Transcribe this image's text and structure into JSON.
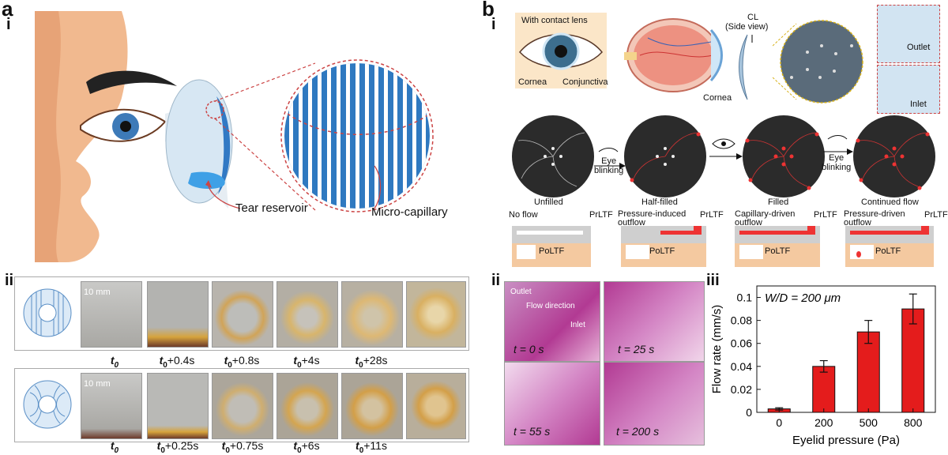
{
  "panel_a": {
    "label": "a",
    "sub_i": "i",
    "sub_ii": "ii",
    "tear_reservoir": "Tear reservoir",
    "micro_capillary": "Micro-capillary",
    "scale": "10 mm",
    "row1_times": [
      "t0",
      "t0+0.4s",
      "t0+0.8s",
      "t0+4s",
      "t0+28s"
    ],
    "row2_times": [
      "t0",
      "t0+0.25s",
      "t0+0.75s",
      "t0+6s",
      "t0+11s"
    ]
  },
  "panel_b": {
    "label": "b",
    "sub_i": "i",
    "sub_ii": "ii",
    "sub_iii": "iii",
    "with_contact_lens": "With contact lens",
    "cornea": "Cornea",
    "conjunctiva": "Conjunctiva",
    "cl_line1": "CL",
    "cl_line2": "(Side view)",
    "cornea2": "Cornea",
    "outlet": "Outlet",
    "inlet": "Inlet",
    "states": [
      "Unfilled",
      "Half-filled",
      "Filled",
      "Continued flow"
    ],
    "eye_blinking_1": "Eye\nblinking",
    "eye_blinking_2": "Eye\nblinking",
    "flow_titles": [
      "No flow",
      "Pressure-induced\noutflow",
      "Capillary-driven\noutflow",
      "Pressure-driven\noutflow"
    ],
    "prltf": "PrLTF",
    "poltf": "PoLTF",
    "photo_times": [
      "t = 0 s",
      "t = 25 s",
      "t = 55 s",
      "t = 200 s"
    ],
    "photo_annot_outlet": "Outlet",
    "photo_annot_flow": "Flow direction",
    "photo_annot_inlet": "Inlet"
  },
  "chart_data": {
    "type": "bar",
    "annotation": "W/D = 200 μm",
    "categories": [
      "0",
      "200",
      "500",
      "800"
    ],
    "values": [
      0.003,
      0.04,
      0.07,
      0.09
    ],
    "errors": [
      0.001,
      0.005,
      0.01,
      0.013
    ],
    "xlabel": "Eyelid pressure (Pa)",
    "ylabel": "Flow rate (mm/s)",
    "ylim": [
      0,
      0.11
    ],
    "yticks": [
      "0",
      "0.02",
      "0.04",
      "0.06",
      "0.08",
      "0.1"
    ],
    "bar_color": "#e41c1c"
  }
}
